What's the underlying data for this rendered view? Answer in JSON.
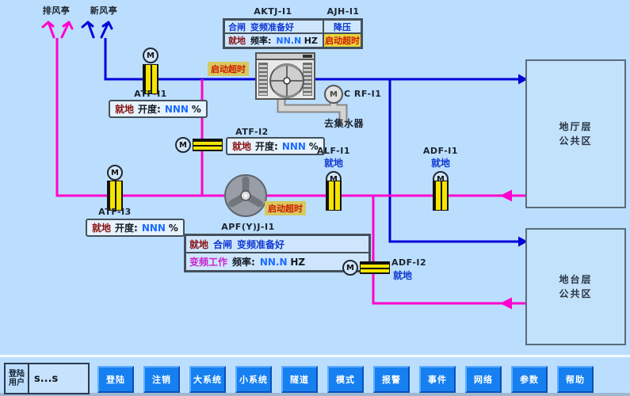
{
  "motor_letter": "M",
  "pavilions": {
    "exhaust": {
      "label": "排风亭"
    },
    "fresh": {
      "label": "新风亭"
    }
  },
  "ahu_panel": {
    "header_left": "AKTJ-I1",
    "header_right": "AJH-I1",
    "breaker": "合闸",
    "ready": "变频准备好",
    "right_status": "降压",
    "mode": "就地",
    "param": "频率:",
    "value": "NN.N",
    "unit": "HZ",
    "alarm": "启动超时"
  },
  "alarms": {
    "ahu": "启动超时",
    "fan": "启动超时"
  },
  "dampers": {
    "atf1": {
      "name": "ATF-I1",
      "mode": "就地",
      "param": "开度:",
      "value": "NNN",
      "unit": "%"
    },
    "atf2": {
      "name": "ATF-I2",
      "mode": "就地",
      "param": "开度:",
      "value": "NNN",
      "unit": "%"
    },
    "atf3": {
      "name": "ATF-I3",
      "mode": "就地",
      "param": "开度:",
      "value": "NNN",
      "unit": "%"
    },
    "alf1": {
      "name": "ALF-I1",
      "mode": "就地"
    },
    "adf1": {
      "name": "ADF-I1",
      "mode": "就地"
    },
    "adf2": {
      "name": "ADF-I2",
      "mode": "就地"
    }
  },
  "fan": {
    "name": "APF(Y)J-I1",
    "mode": "就地",
    "breaker": "合闸",
    "ready": "变频准备好",
    "status": "变频工作",
    "param": "频率:",
    "value": "NN.N",
    "unit": "HZ"
  },
  "pump": {
    "name": "C RF-I1",
    "note": "去集水器"
  },
  "zones": {
    "hall": {
      "line1": "地厅层",
      "line2": "公共区"
    },
    "platform": {
      "line1": "地台层",
      "line2": "公共区"
    }
  },
  "login": {
    "cap_line1": "登陆",
    "cap_line2": "用户",
    "value": "s...s"
  },
  "toolbar": {
    "buttons": [
      "登陆",
      "注销",
      "大系统",
      "小系统",
      "隧道",
      "模式",
      "报警",
      "事件",
      "网络",
      "参数",
      "帮助"
    ]
  },
  "colors": {
    "background": "#BCDEFE",
    "fresh_air_line": "#0000D8",
    "exhaust_line": "#FF00CE",
    "damper_yellow": "#F5E400",
    "alarm_text": "#D01800",
    "alarm_bg": "#D7C95E",
    "button_blue": "#1680F0"
  }
}
